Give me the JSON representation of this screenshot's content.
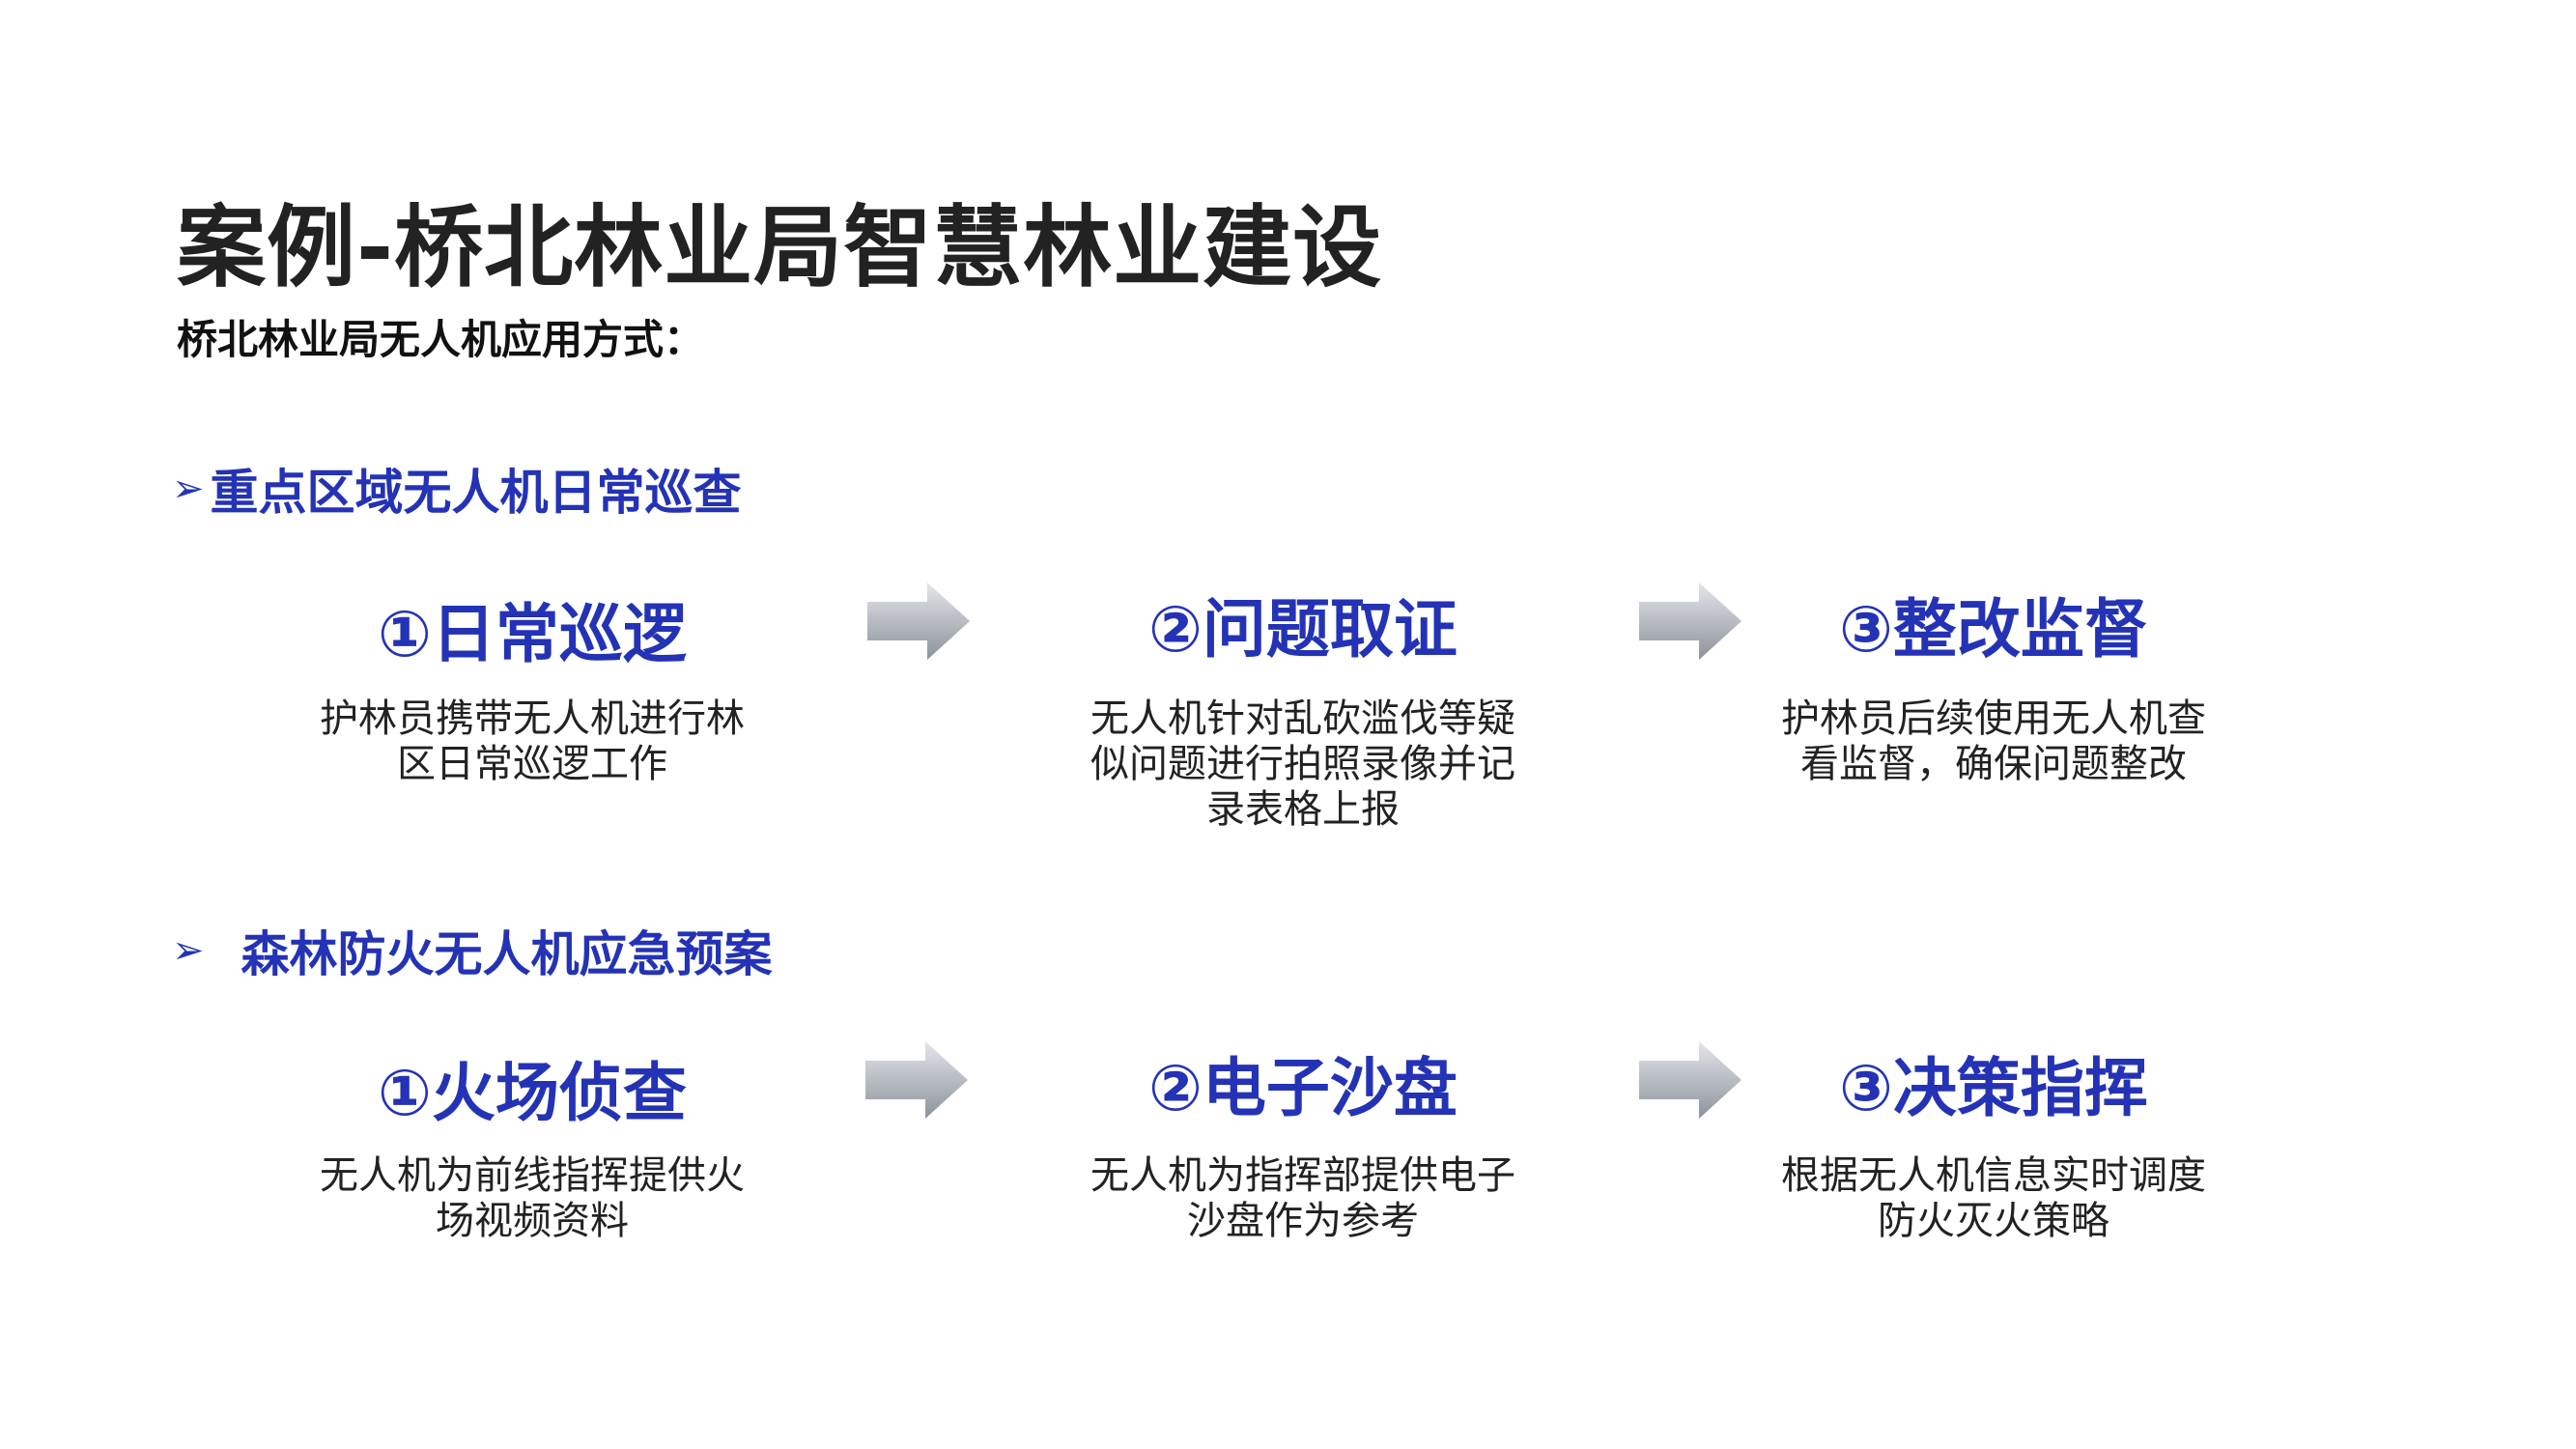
{
  "title": "案例-桥北林业局智慧林业建设",
  "subtitle": "桥北林业局无人机应用方式：",
  "bullet_glyph": "➢",
  "colors": {
    "accent": "#2433b5",
    "title": "#222222",
    "arrow_light": "#d9dbdf",
    "arrow_dark": "#8d929b"
  },
  "section1": {
    "heading": "重点区域无人机日常巡查",
    "steps": [
      {
        "title": "①日常巡逻",
        "desc": "护林员携带无人机进行林区日常巡逻工作"
      },
      {
        "title": "②问题取证",
        "desc": "无人机针对乱砍滥伐等疑似问题进行拍照录像并记录表格上报"
      },
      {
        "title": "③整改监督",
        "desc": "护林员后续使用无人机查看监督，确保问题整改"
      }
    ]
  },
  "section2": {
    "heading": "森林防火无人机应急预案",
    "steps": [
      {
        "title": "①火场侦查",
        "desc": "无人机为前线指挥提供火场视频资料"
      },
      {
        "title": "②电子沙盘",
        "desc": "无人机为指挥部提供电子沙盘作为参考"
      },
      {
        "title": "③决策指挥",
        "desc": "根据无人机信息实时调度防火灭火策略"
      }
    ]
  }
}
